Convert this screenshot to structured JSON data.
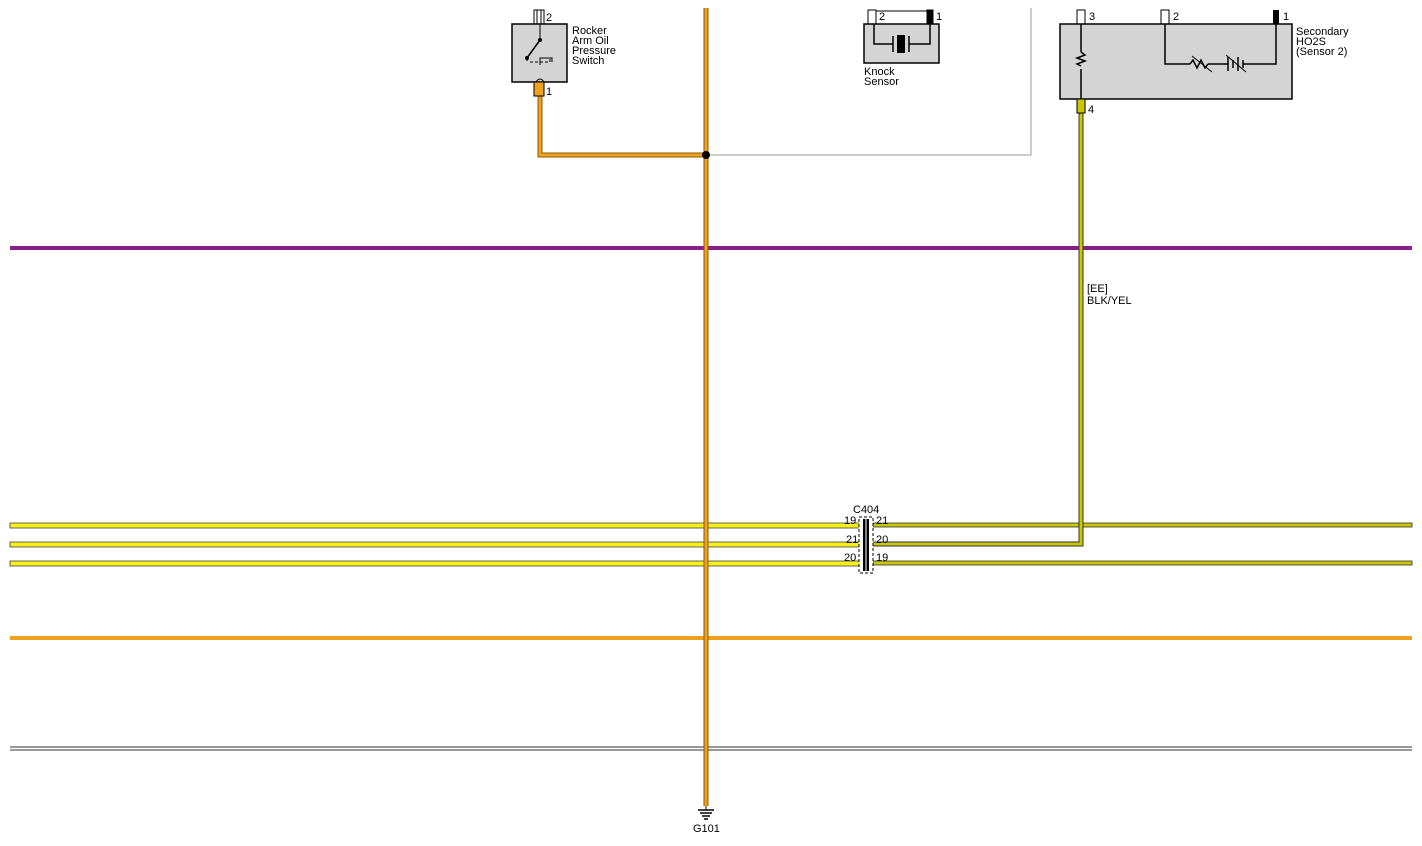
{
  "components": {
    "rocker_switch": {
      "label": "Rocker\nArm Oil\nPressure\nSwitch",
      "pin_top": "2",
      "pin_bottom": "1"
    },
    "knock_sensor": {
      "label": "Knock\nSensor",
      "pin_a": "2",
      "pin_b": "1"
    },
    "ho2s": {
      "label": "Secondary\nHO2S\n(Sensor 2)",
      "pin_3": "3",
      "pin_2": "2",
      "pin_1": "1",
      "pin_4": "4"
    }
  },
  "wire_label": {
    "code": "[EE]",
    "color": "BLK/YEL"
  },
  "connector": {
    "name": "C404",
    "left_pins": [
      "19",
      "21",
      "20"
    ],
    "right_pins": [
      "21",
      "20",
      "19"
    ]
  },
  "ground": {
    "name": "G101"
  },
  "colors": {
    "orange": "#f0a020",
    "orange_dark": "#b06a00",
    "purple": "#8a1f8a",
    "yellow": "#f6f01a",
    "yellow_green": "#c8c800",
    "component_fill": "#d4d4d4",
    "frame": "#909090"
  }
}
